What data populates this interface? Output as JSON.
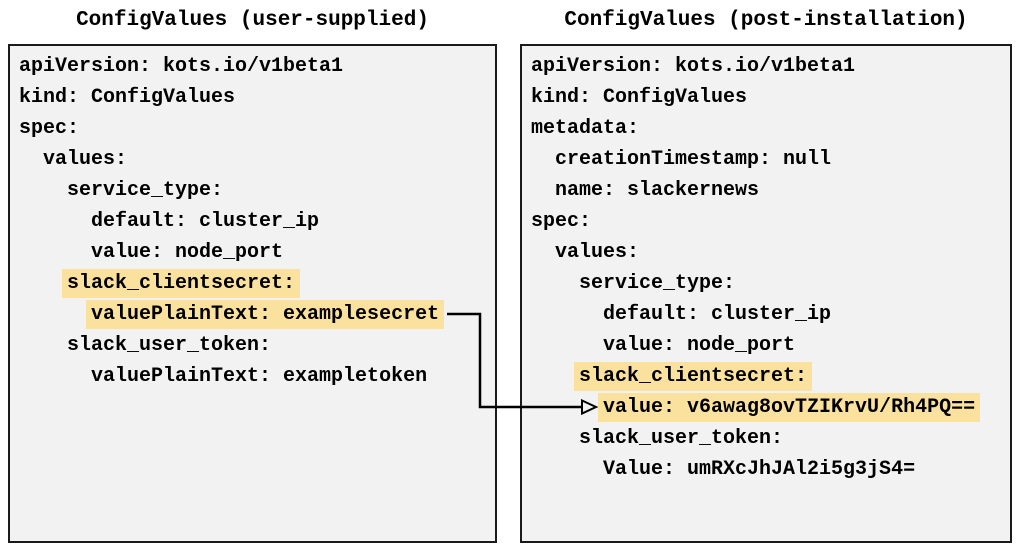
{
  "colors": {
    "highlight": "#fbe19e",
    "box_background": "#f2f2f2",
    "box_border": "#1a1a1a",
    "text": "#000000"
  },
  "left_panel": {
    "title": "ConfigValues (user-supplied)",
    "lines": [
      {
        "indent": "",
        "text": "apiVersion: kots.io/v1beta1",
        "highlight": false
      },
      {
        "indent": "",
        "text": "kind: ConfigValues",
        "highlight": false
      },
      {
        "indent": "",
        "text": "spec:",
        "highlight": false
      },
      {
        "indent": "  ",
        "text": "values:",
        "highlight": false
      },
      {
        "indent": "    ",
        "text": "service_type:",
        "highlight": false
      },
      {
        "indent": "      ",
        "text": "default: cluster_ip",
        "highlight": false
      },
      {
        "indent": "      ",
        "text": "value: node_port",
        "highlight": false
      },
      {
        "indent": "    ",
        "text": "slack_clientsecret:",
        "highlight": true
      },
      {
        "indent": "      ",
        "text": "valuePlainText: examplesecret",
        "highlight": true
      },
      {
        "indent": "    ",
        "text": "slack_user_token:",
        "highlight": false
      },
      {
        "indent": "      ",
        "text": "valuePlainText: exampletoken",
        "highlight": false
      }
    ]
  },
  "right_panel": {
    "title": "ConfigValues (post-installation)",
    "lines": [
      {
        "indent": "",
        "text": "apiVersion: kots.io/v1beta1",
        "highlight": false
      },
      {
        "indent": "",
        "text": "kind: ConfigValues",
        "highlight": false
      },
      {
        "indent": "",
        "text": "metadata:",
        "highlight": false
      },
      {
        "indent": "  ",
        "text": "creationTimestamp: null",
        "highlight": false
      },
      {
        "indent": "  ",
        "text": "name: slackernews",
        "highlight": false
      },
      {
        "indent": "",
        "text": "spec:",
        "highlight": false
      },
      {
        "indent": "  ",
        "text": "values:",
        "highlight": false
      },
      {
        "indent": "    ",
        "text": "service_type:",
        "highlight": false
      },
      {
        "indent": "      ",
        "text": "default: cluster_ip",
        "highlight": false
      },
      {
        "indent": "      ",
        "text": "value: node_port",
        "highlight": false
      },
      {
        "indent": "    ",
        "text": "slack_clientsecret:",
        "highlight": true
      },
      {
        "indent": "      ",
        "text": "value: v6awag8ovTZIKrvU/Rh4PQ==",
        "highlight": true
      },
      {
        "indent": "    ",
        "text": "slack_user_token:",
        "highlight": false
      },
      {
        "indent": "      ",
        "text": "Value: umRXcJhJAl2i5g3jS4=",
        "highlight": false
      }
    ]
  }
}
